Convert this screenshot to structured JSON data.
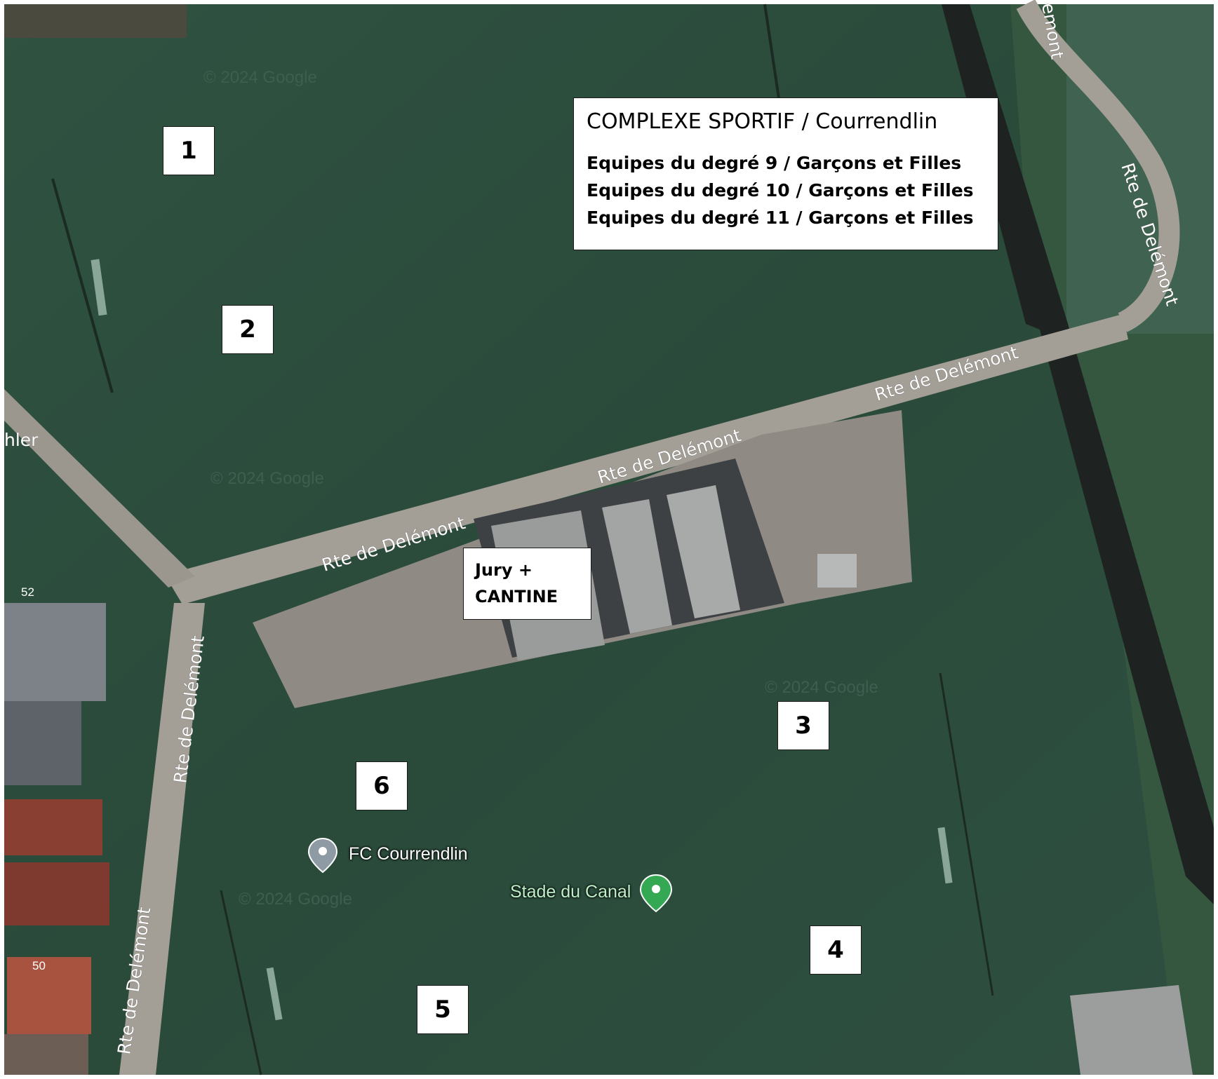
{
  "map": {
    "colors": {
      "field": "#2c4d3c",
      "field_light": "#37594a",
      "road": "#a49f96",
      "parking": "#8f8b84",
      "canal": "#1c1f1e",
      "roof": "#9a9c9b",
      "roof_dark": "#3e4144",
      "roof_red": "#a8533f",
      "pin_grey": "#8e9aa4",
      "pin_green": "#34a853"
    },
    "info_box": {
      "title": "COMPLEXE SPORTIF / Courrendlin",
      "lines": [
        "Equipes du degré 9 / Garçons et Filles",
        "Equipes du degré 10 / Garçons et Filles",
        "Equipes du degré 11 / Garçons et Filles"
      ]
    },
    "field_labels": [
      "1",
      "2",
      "3",
      "4",
      "5",
      "6"
    ],
    "jury_box": {
      "line1": "Jury +",
      "line2": "CANTINE"
    },
    "pois": {
      "fc": "FC Courrendlin",
      "stade": "Stade du Canal"
    },
    "road_labels": {
      "rte1": "Rte de Delémont",
      "rte2": "Rte de Delémont",
      "rte3": "Rte de Delémont",
      "rte4": "Rte de Delémont",
      "rte5": "Rte de Delémont",
      "rte6": "Rte de Delémont",
      "rte7": "emont",
      "partial": "hler"
    },
    "house_numbers": {
      "n52": "52",
      "n50": "50"
    },
    "watermark": "© 2024 Google"
  }
}
